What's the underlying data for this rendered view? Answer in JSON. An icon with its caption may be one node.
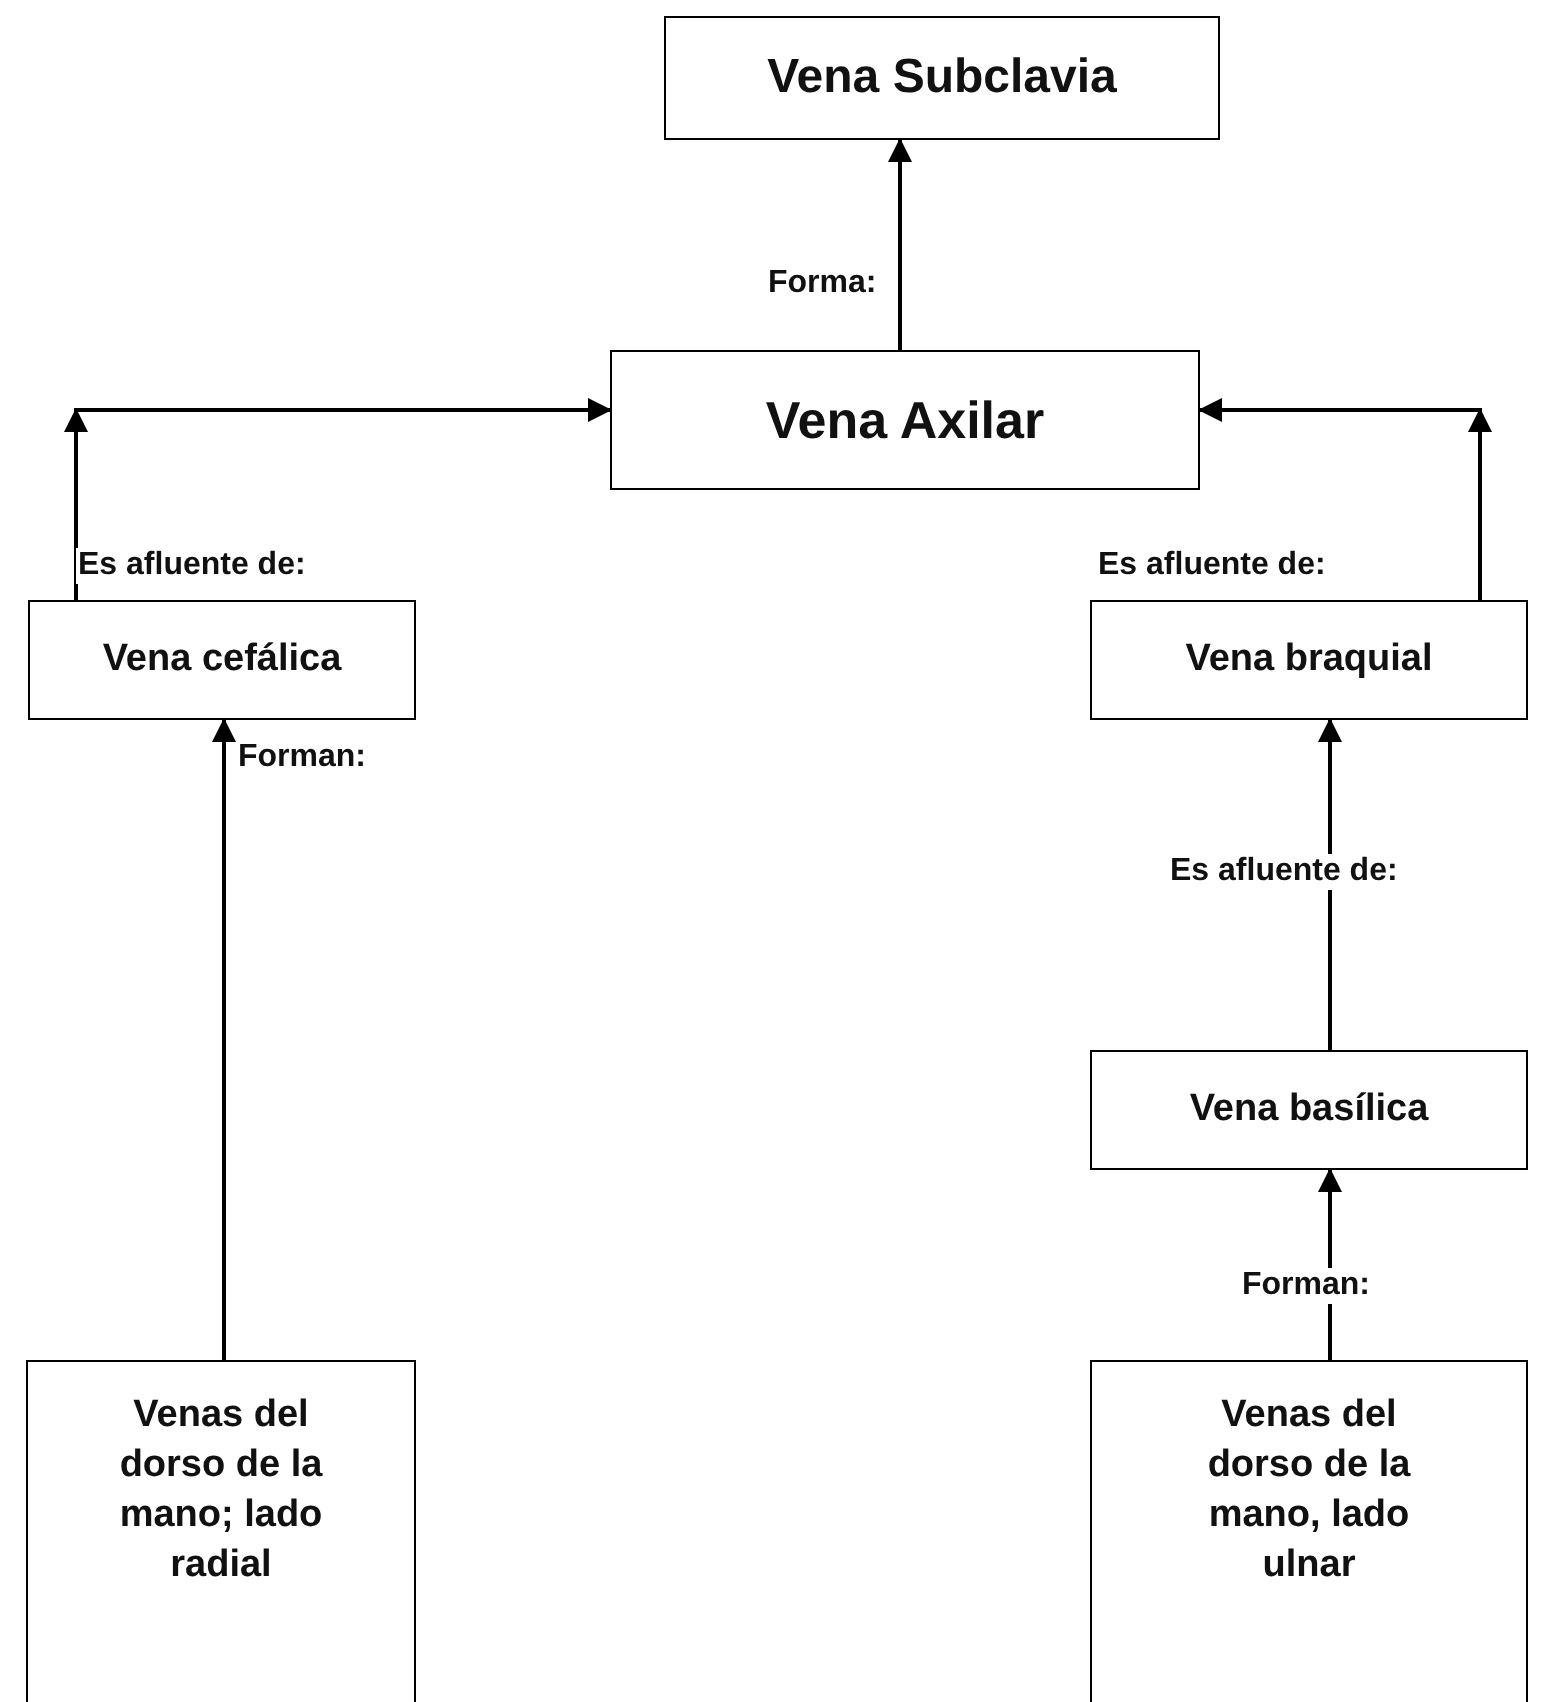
{
  "diagram": {
    "nodes": [
      {
        "text": [
          "Vena Subclavia"
        ]
      },
      {
        "text": [
          "Vena Axilar"
        ]
      },
      {
        "text": [
          "Vena cefálica"
        ]
      },
      {
        "text": [
          "Vena braquial"
        ]
      },
      {
        "text": [
          "Vena basílica"
        ]
      },
      {
        "text": [
          "Venas del dorso de la mano; lado radial"
        ]
      },
      {
        "text": [
          "Venas del dorso de la mano, lado ulnar"
        ]
      }
    ],
    "edges": [
      {
        "from": 1,
        "to": 0,
        "arrow": "to",
        "label": "Forma:"
      },
      {
        "from": 2,
        "to": 1,
        "arrow": "to",
        "label": "Es afluente de:"
      },
      {
        "from": 3,
        "to": 1,
        "arrow": "to",
        "label": "Es afluente de:"
      },
      {
        "from": 5,
        "to": 2,
        "arrow": "to",
        "label": "Forman:"
      },
      {
        "from": 4,
        "to": 3,
        "arrow": "to",
        "label": "Es afluente de:"
      },
      {
        "from": 6,
        "to": 4,
        "arrow": "to",
        "label": "Forman:"
      }
    ]
  }
}
